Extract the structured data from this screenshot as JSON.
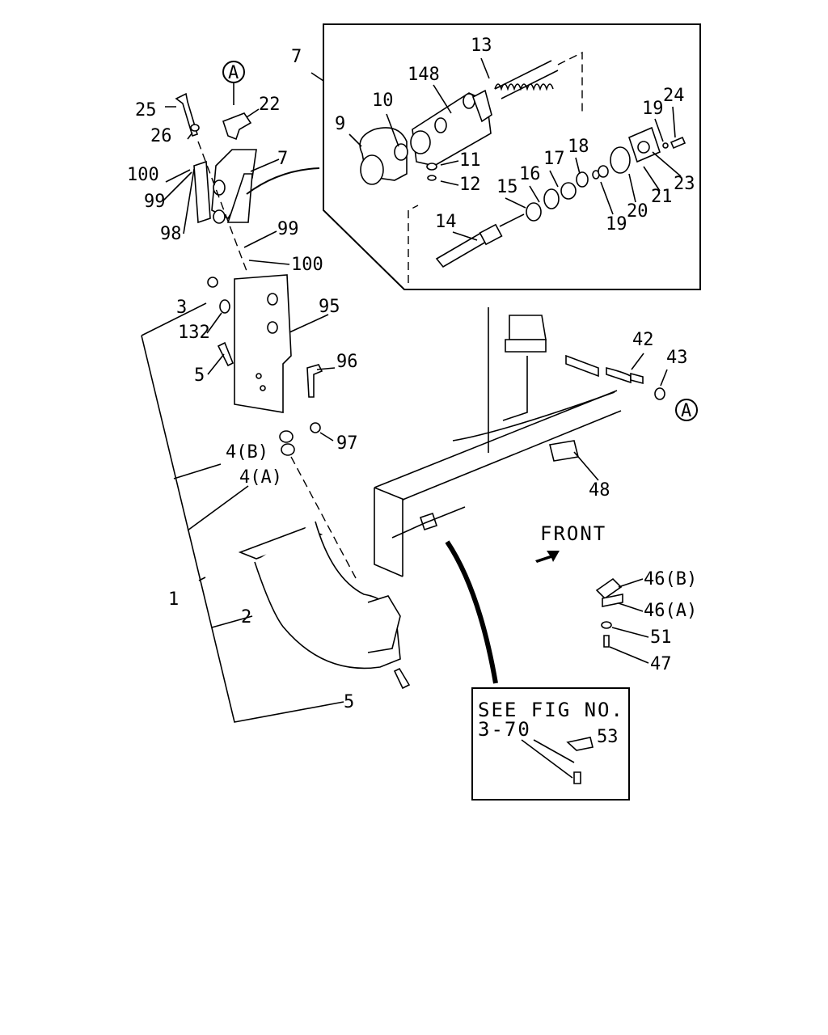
{
  "callouts": {
    "c1": "1",
    "c2": "2",
    "c3": "3",
    "c4b": "4(B)",
    "c4a": "4(A)",
    "c5a": "5",
    "c5b": "5",
    "c7a": "7",
    "c7b": "7",
    "c9": "9",
    "c10": "10",
    "c11": "11",
    "c12": "12",
    "c13": "13",
    "c14": "14",
    "c15": "15",
    "c16": "16",
    "c17": "17",
    "c18": "18",
    "c19a": "19",
    "c19b": "19",
    "c20": "20",
    "c21": "21",
    "c22": "22",
    "c23": "23",
    "c24": "24",
    "c25": "25",
    "c26": "26",
    "c42": "42",
    "c43": "43",
    "c46b": "46(B)",
    "c46a": "46(A)",
    "c47": "47",
    "c48": "48",
    "c51": "51",
    "c53": "53",
    "c95": "95",
    "c96": "96",
    "c97": "97",
    "c98": "98",
    "c99a": "99",
    "c99b": "99",
    "c100a": "100",
    "c100b": "100",
    "c132": "132",
    "c148": "148"
  },
  "markers": {
    "a_top": "A",
    "a_right": "A"
  },
  "front_label": "FRONT",
  "see_fig": {
    "line1": "SEE FIG NO.",
    "line2": "3-70"
  }
}
